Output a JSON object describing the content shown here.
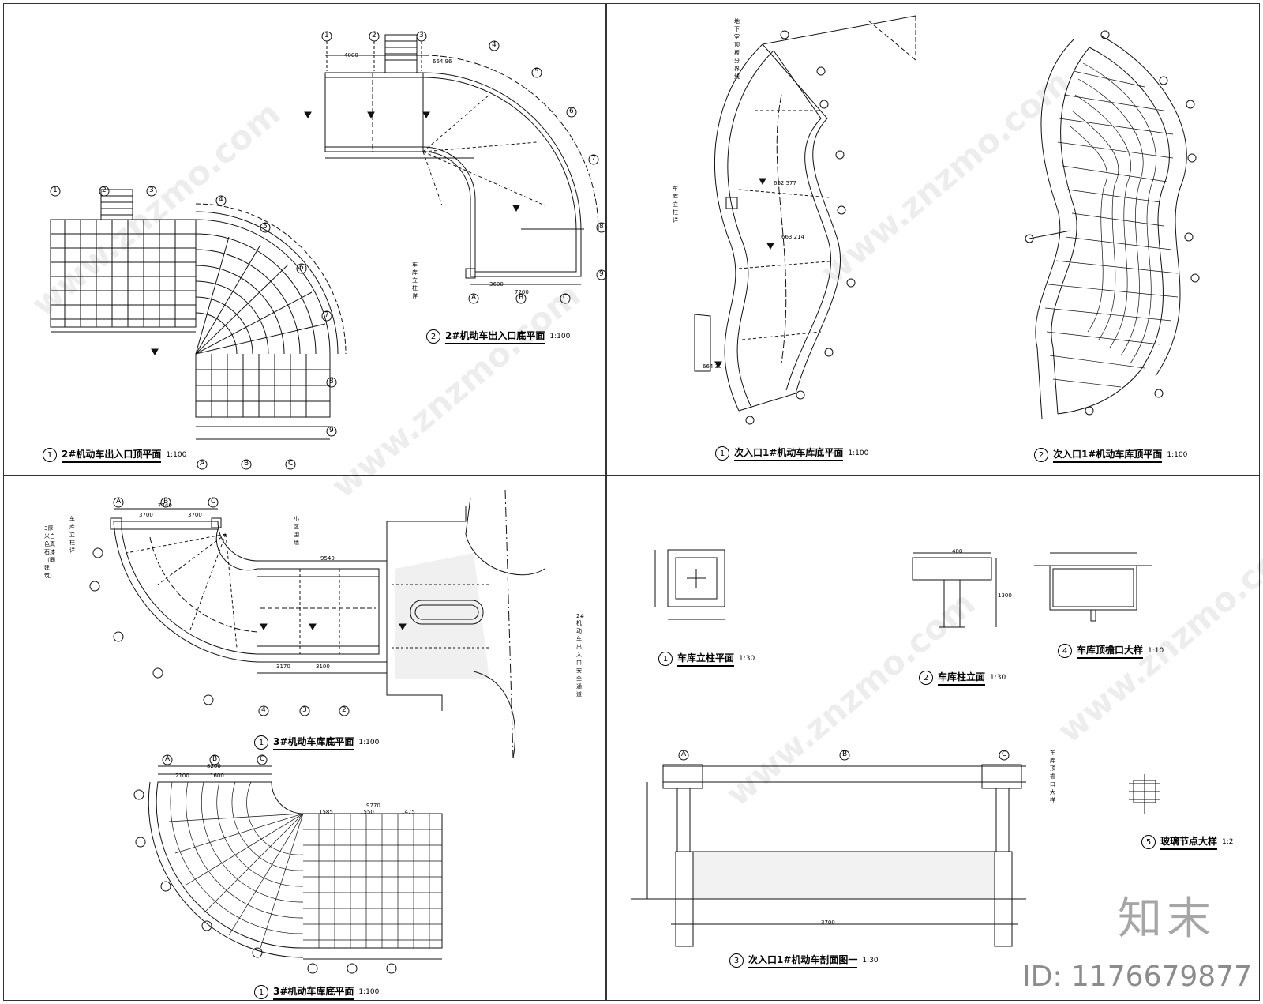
{
  "panels": {
    "tl_a": {
      "num": "2",
      "name": "2#机动车出入口底平面",
      "scale": "1:100"
    },
    "tl_b": {
      "num": "1",
      "name": "2#机动车出入口顶平面",
      "scale": "1:100"
    },
    "tr_a": {
      "num": "1",
      "name": "次入口1#机动车库底平面",
      "scale": "1:100"
    },
    "tr_b": {
      "num": "2",
      "name": "次入口1#机动车库顶平面",
      "scale": "1:100"
    },
    "bl_a": {
      "num": "1",
      "name": "3#机动车库底平面",
      "scale": "1:100"
    },
    "bl_b": {
      "num": "1",
      "name": "3#机动车库底平面",
      "scale": "1:100"
    },
    "br_1": {
      "num": "1",
      "name": "车库立柱平面",
      "scale": "1:30"
    },
    "br_2": {
      "num": "2",
      "name": "车库柱立面",
      "scale": "1:30"
    },
    "br_3": {
      "num": "3",
      "name": "次入口1#机动车剖面图一",
      "scale": "1:30"
    },
    "br_4": {
      "num": "4",
      "name": "车库顶檐口大样",
      "scale": "1:10"
    },
    "br_5": {
      "num": "5",
      "name": "玻璃节点大样",
      "scale": "1:2"
    }
  },
  "grid_labels": {
    "letters": [
      "A",
      "B",
      "C"
    ],
    "numbers": [
      "1",
      "2",
      "3",
      "4",
      "5",
      "6",
      "7",
      "8",
      "9"
    ]
  },
  "dims": {
    "d3700": "3700",
    "d7740": "7740",
    "d9540": "9540",
    "d3170": "3170",
    "d3100": "3100",
    "d8200": "8200",
    "d9770": "9770",
    "d3600": "3600",
    "d4000": "4000",
    "d7200": "7200",
    "d2100": "2100",
    "d1600": "1600",
    "d1585": "1585",
    "d1550": "1550",
    "d1475": "1475",
    "d400": "400",
    "d1300": "1300",
    "d3700b": "3700"
  },
  "levels": {
    "l1": "664.30",
    "l2": "662.577",
    "l3": "663.214",
    "l4": "664.96"
  },
  "notes": {
    "n1": "车库立柱详",
    "n2": "3厚米白色真石漆（同建筑）",
    "n3": "小区围墙",
    "n4": "2#机动车出入口安全通道",
    "n5": "车库顶檐口大样",
    "n6": "地下室顶板分界线"
  },
  "watermark": {
    "text": "www.znzmo.com",
    "logo": "知末",
    "id": "ID: 1176679877"
  }
}
